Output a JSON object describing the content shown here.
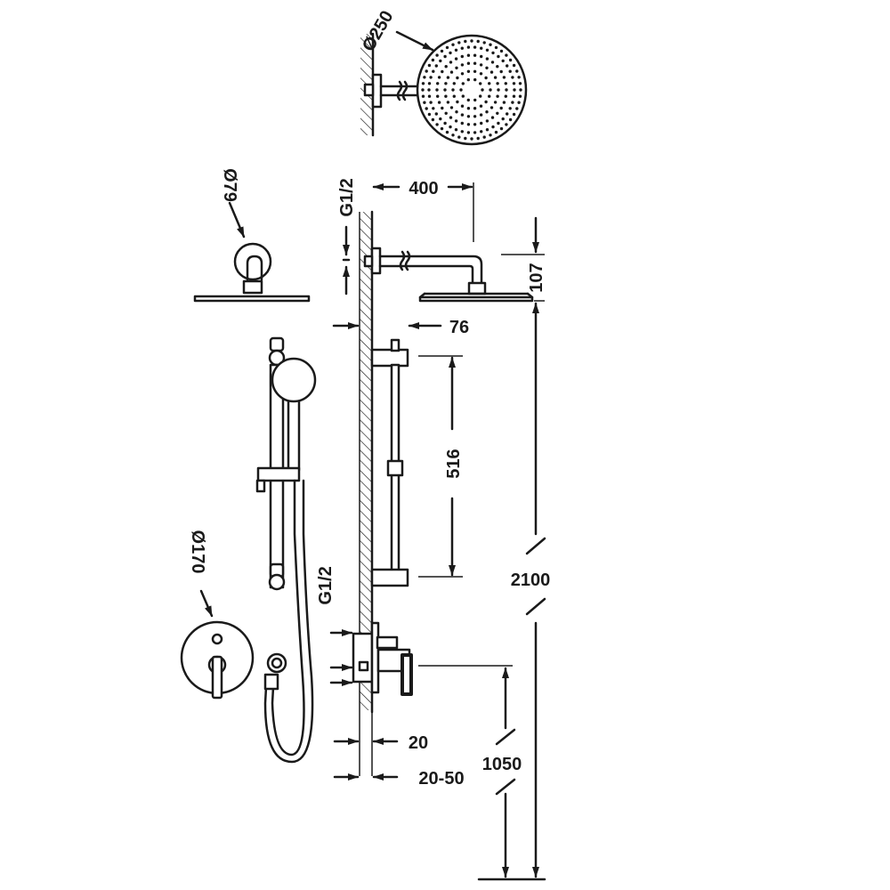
{
  "labels": {
    "showerhead_diameter": "Ø250",
    "arm_length": "400",
    "arm_thread": "G1/2",
    "arm_drop": "107",
    "flange_diameter": "Ø79",
    "rail_offset": "76",
    "rail_length": "516",
    "total_height": "2100",
    "mixer_plate_diameter": "Ø170",
    "mixer_thread": "G1/2",
    "plate_depth": "20",
    "body_depth": "20-50",
    "mixer_height": "1050"
  }
}
